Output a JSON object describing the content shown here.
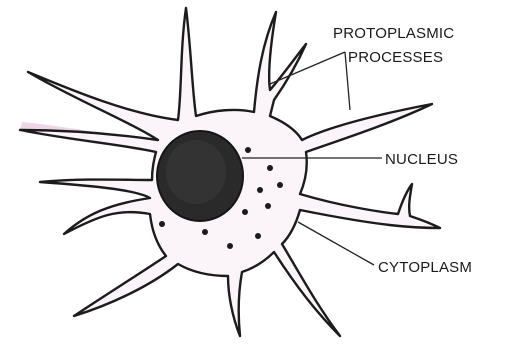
{
  "diagram": {
    "labels": {
      "protoplasmic_line1": "PROTOPLASMIC",
      "protoplasmic_line2": "PROCESSES",
      "nucleus": "NUCLEUS",
      "cytoplasm": "CYTOPLASM"
    }
  }
}
